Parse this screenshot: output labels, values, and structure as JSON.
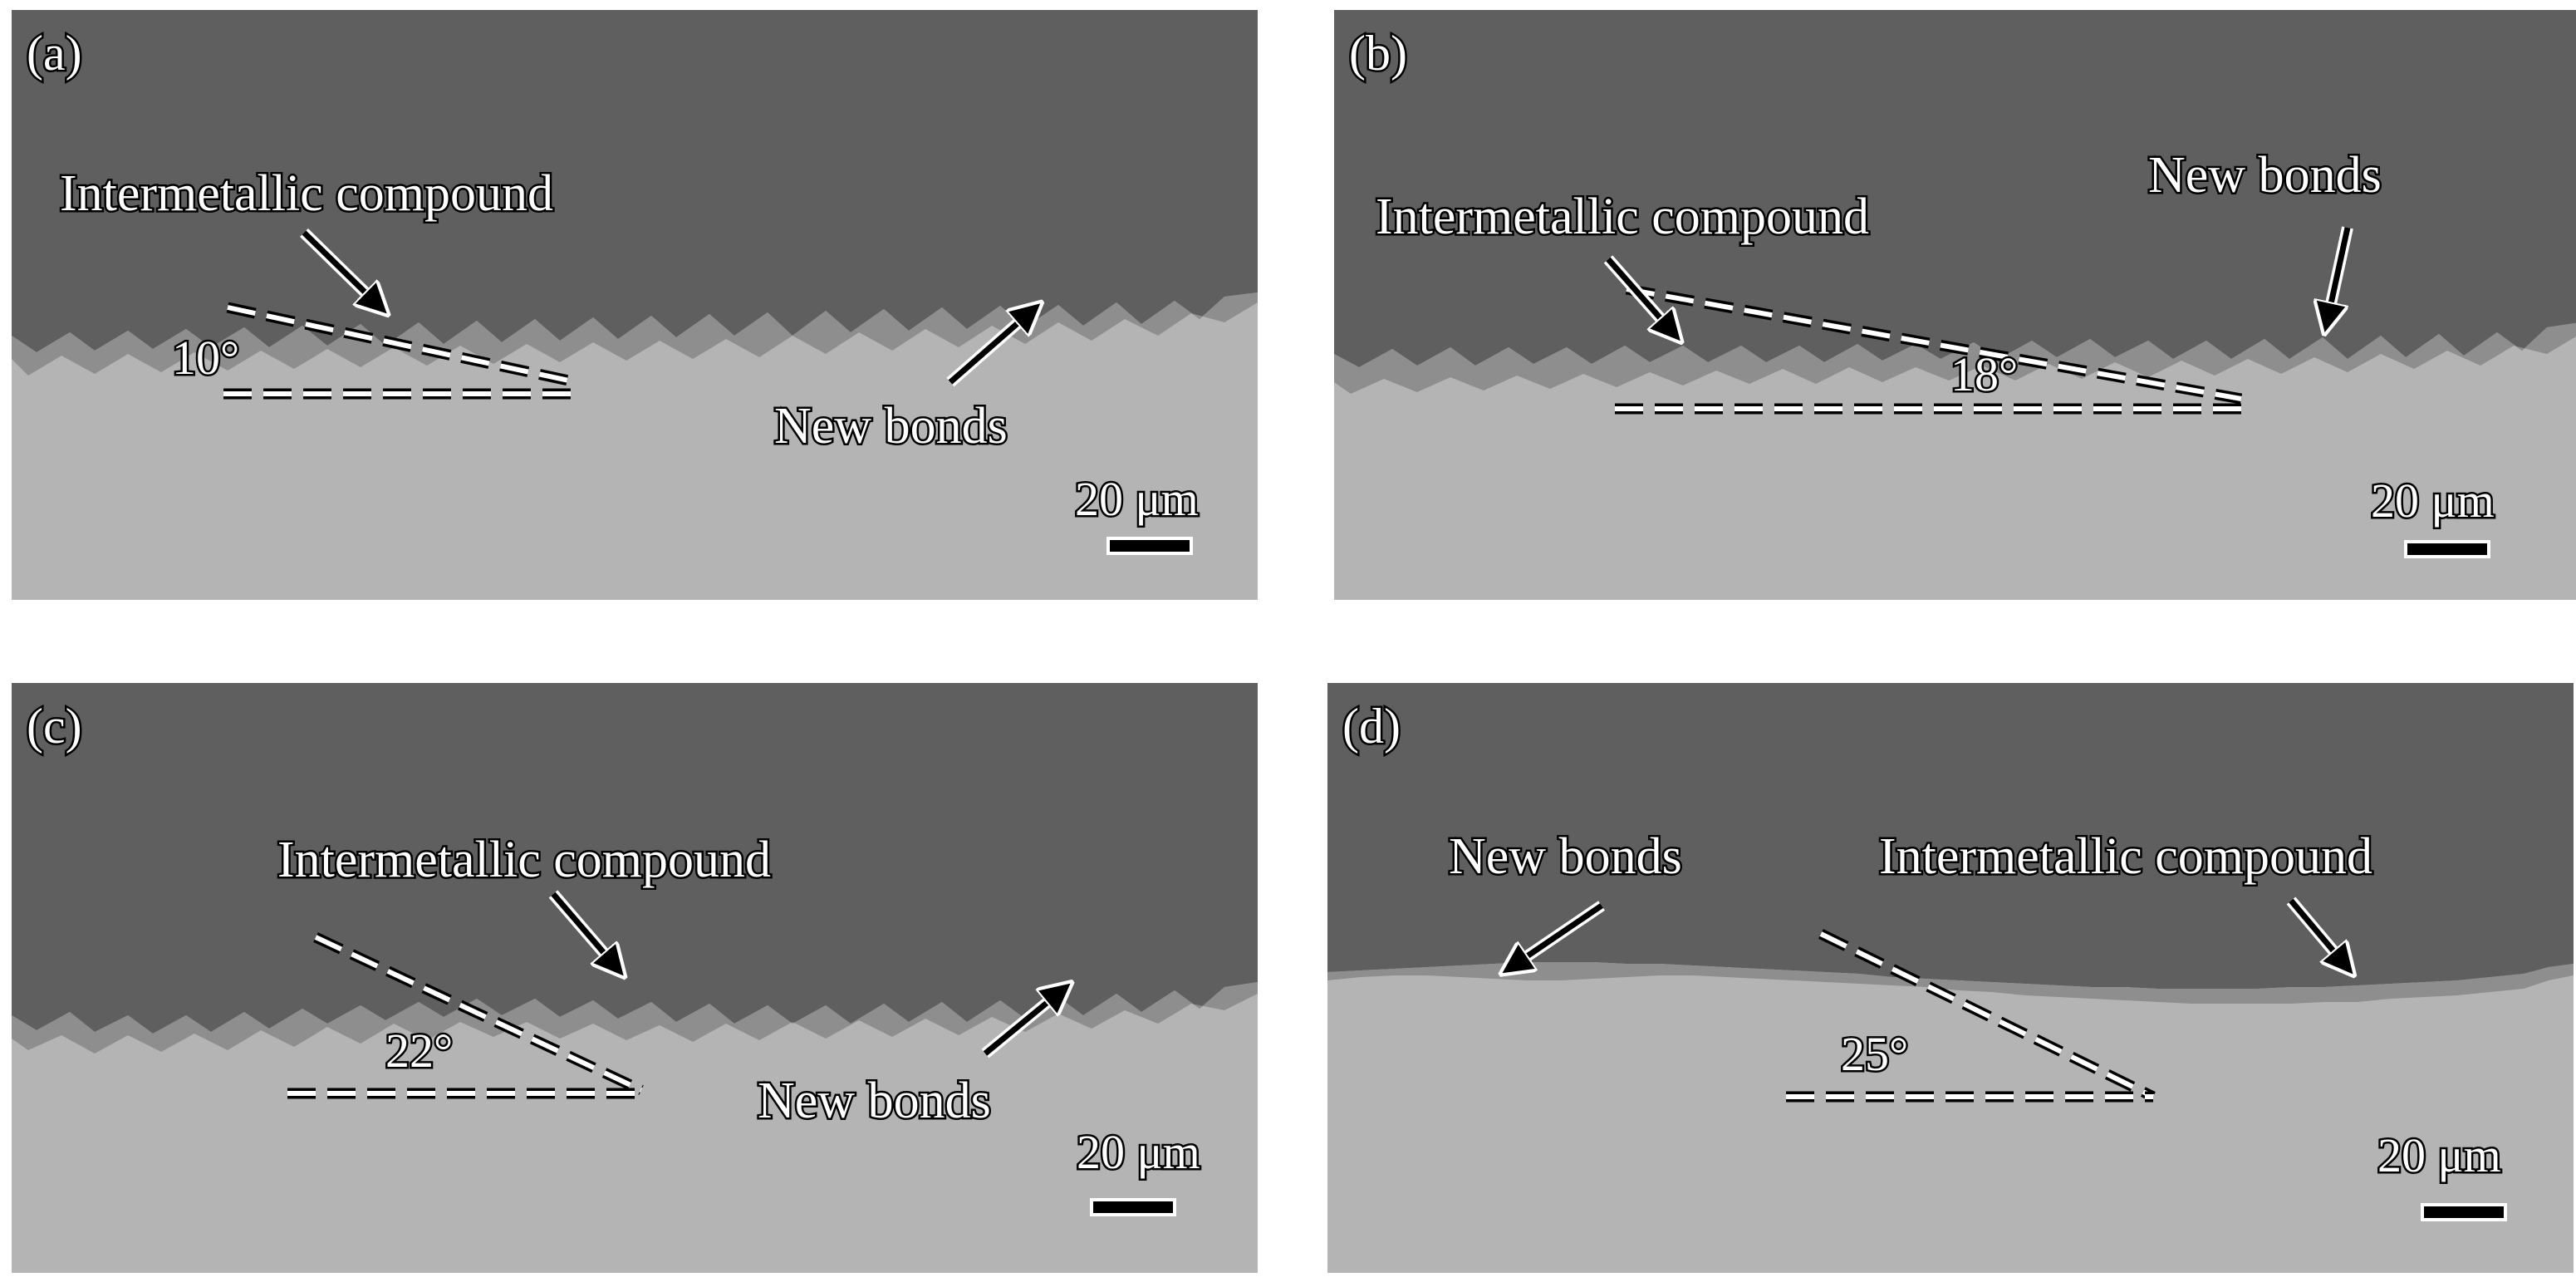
{
  "panels": [
    {
      "label": "(a)",
      "compound_label": "Intermetallic compound",
      "bonds_label": "New bonds",
      "angle": "10°",
      "scale": "20 μm"
    },
    {
      "label": "(b)",
      "compound_label": "Intermetallic compound",
      "bonds_label": "New bonds",
      "angle": "18°",
      "scale": "20 μm"
    },
    {
      "label": "(c)",
      "compound_label": "Intermetallic compound",
      "bonds_label": "New bonds",
      "angle": "22°",
      "scale": "20 μm"
    },
    {
      "label": "(d)",
      "compound_label": "Intermetallic compound",
      "bonds_label": "New bonds",
      "angle": "25°",
      "scale": "20 μm"
    }
  ],
  "colors": {
    "upper_phase": "#5f5f5f",
    "lower_phase": "#b4b4b4",
    "imc_layer": "#8e8e8e",
    "annotation_fill": "#ffffff",
    "annotation_outline": "#000000"
  },
  "icons": [
    "arrow-icon",
    "dashed-angle-guide-icon",
    "scale-bar-icon"
  ]
}
